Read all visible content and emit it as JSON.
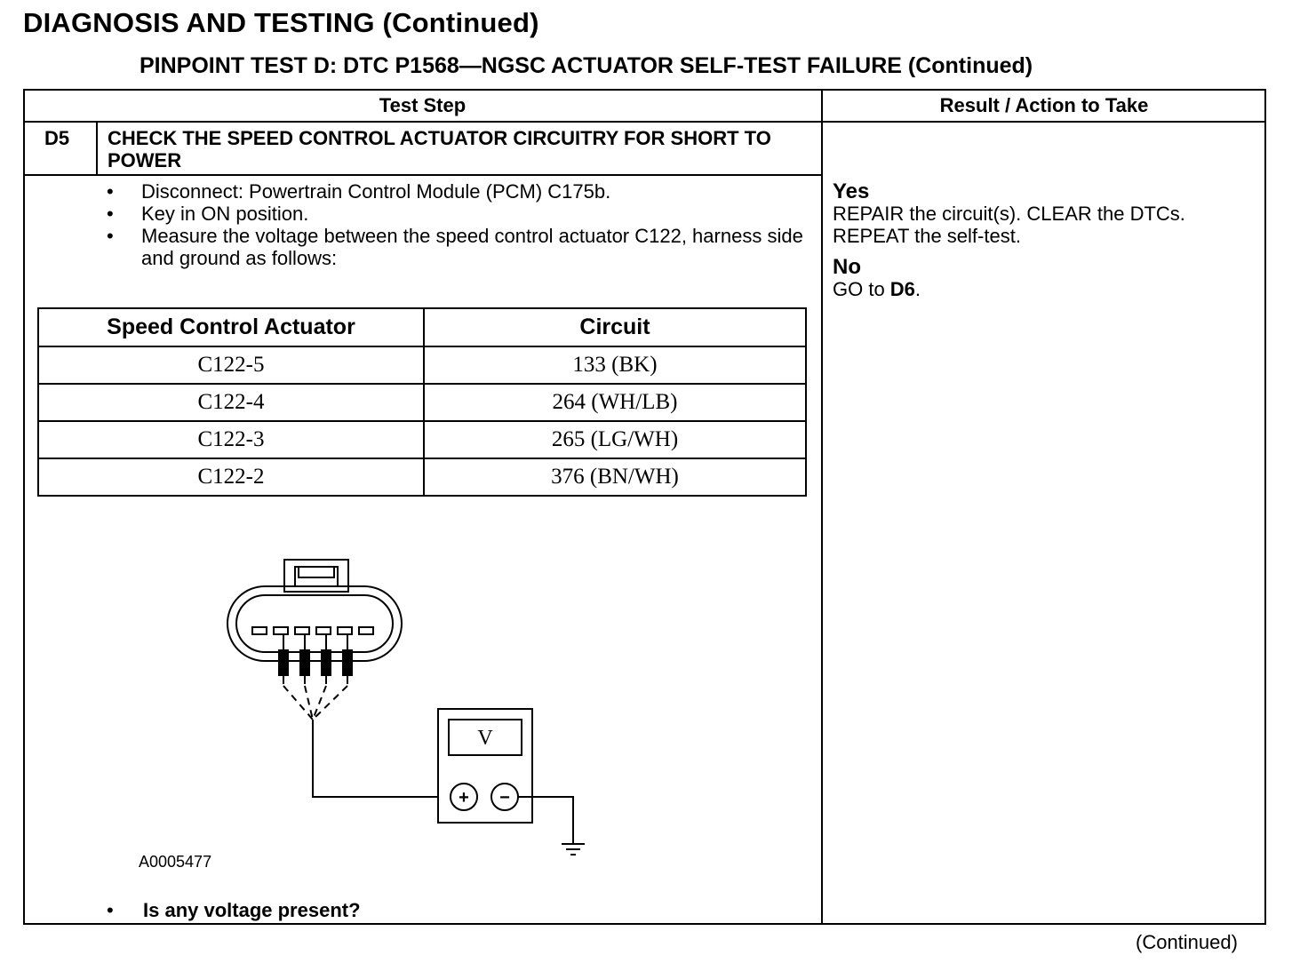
{
  "header": {
    "title": "DIAGNOSIS AND TESTING (Continued)",
    "subtitle": "PINPOINT TEST  D: DTC P1568—NGSC ACTUATOR SELF-TEST FAILURE (Continued)"
  },
  "columns": {
    "test_step": "Test Step",
    "result": "Result / Action to Take"
  },
  "step": {
    "id": "D5",
    "title": "CHECK THE SPEED CONTROL ACTUATOR CIRCUITRY FOR SHORT TO POWER",
    "bullets": [
      "Disconnect: Powertrain Control Module (PCM) C175b.",
      "Key in ON position.",
      "Measure the voltage between the speed control actuator C122, harness side and ground as follows:"
    ],
    "question": "Is any voltage present?"
  },
  "pin_table": {
    "headers": [
      "Speed Control Actuator",
      "Circuit"
    ],
    "rows": [
      [
        "C122-5",
        "133 (BK)"
      ],
      [
        "C122-4",
        "264 (WH/LB)"
      ],
      [
        "C122-3",
        "265 (LG/WH)"
      ],
      [
        "C122-2",
        "376 (BN/WH)"
      ]
    ]
  },
  "figure": {
    "id": "A0005477",
    "meter_label": "V",
    "plus": "+",
    "minus": "−"
  },
  "results": {
    "yes": {
      "label": "Yes",
      "action_line1": "REPAIR the circuit(s). CLEAR the DTCs.",
      "action_line2": "REPEAT the self-test."
    },
    "no": {
      "label": "No",
      "action_prefix": "GO to ",
      "action_target": "D6",
      "action_suffix": "."
    }
  },
  "footer": {
    "continued": "(Continued)"
  }
}
